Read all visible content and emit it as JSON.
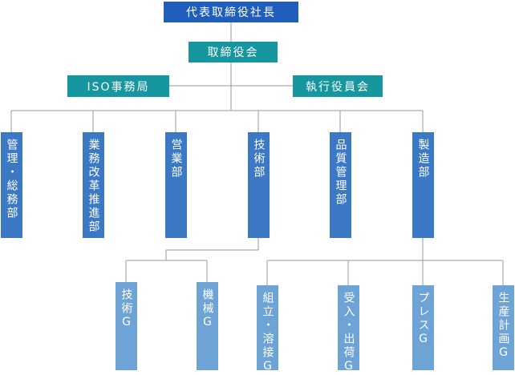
{
  "top": {
    "ceo": "代表取締役社長",
    "board": "取締役会"
  },
  "staff": {
    "iso": "ISO事務局",
    "exec": "執行役員会"
  },
  "departments": [
    "管理・総務部",
    "業務改革推進部",
    "営業部",
    "技術部",
    "品質管理部",
    "製造部"
  ],
  "tech_groups": [
    "技術G",
    "機械G"
  ],
  "mfg_groups": [
    "組立・溶接G",
    "受入・出荷G",
    "プレスG",
    "生産計画G"
  ]
}
